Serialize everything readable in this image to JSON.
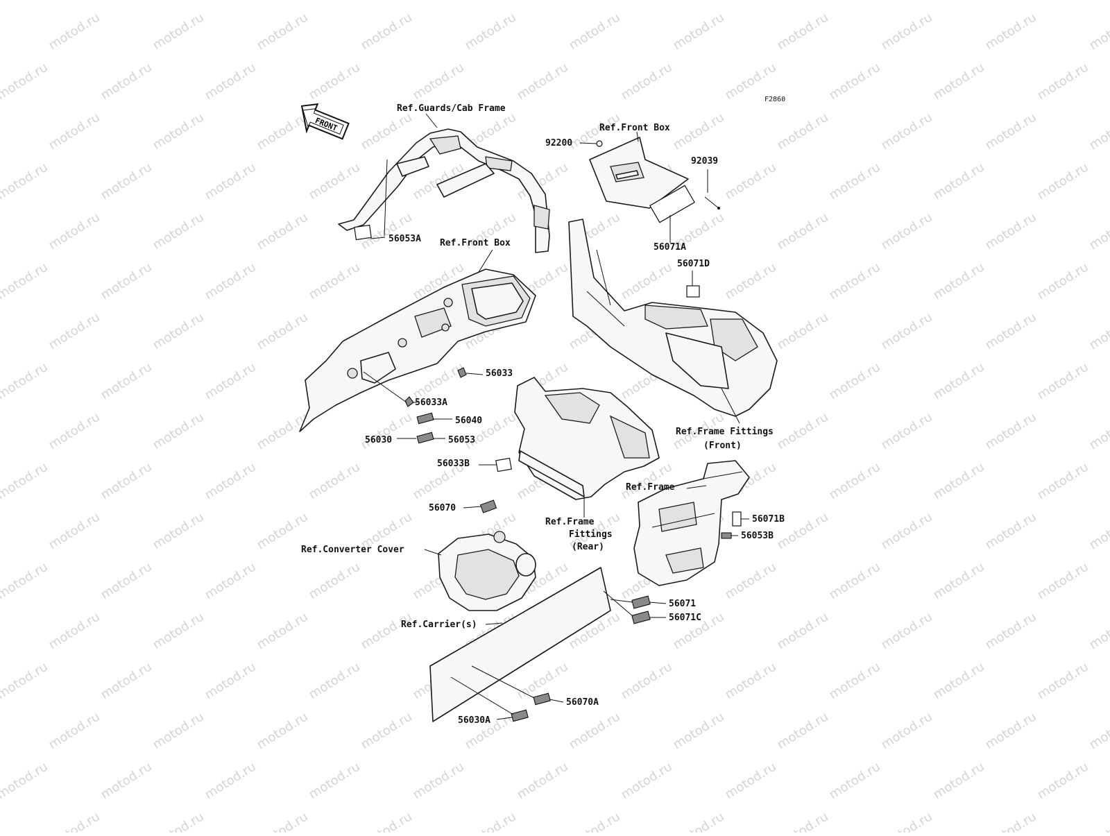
{
  "diagram_code": "F2860",
  "front_arrow_label": "FRONT",
  "watermark": "motod.ru",
  "parts": {
    "p92200": "92200",
    "p92039": "92039",
    "p56053A": "56053A",
    "p56071A": "56071A",
    "p56071D": "56071D",
    "p56033": "56033",
    "p56033A": "56033A",
    "p56040": "56040",
    "p56030": "56030",
    "p56053": "56053",
    "p56033B": "56033B",
    "p56070": "56070",
    "p56071B": "56071B",
    "p56053B": "56053B",
    "p56071": "56071",
    "p56071C": "56071C",
    "p56070A": "56070A",
    "p56030A": "56030A"
  },
  "refs": {
    "guards_cab_frame": "Ref.Guards/Cab Frame",
    "front_box_top": "Ref.Front Box",
    "front_box_mid": "Ref.Front Box",
    "frame_fittings_front_1": "Ref.Frame Fittings",
    "frame_fittings_front_2": "(Front)",
    "frame": "Ref.Frame",
    "frame_fittings_rear_1": "Ref.Frame",
    "frame_fittings_rear_2": "Fittings",
    "frame_fittings_rear_3": "(Rear)",
    "converter_cover": "Ref.Converter Cover",
    "carriers": "Ref.Carrier(s)"
  }
}
